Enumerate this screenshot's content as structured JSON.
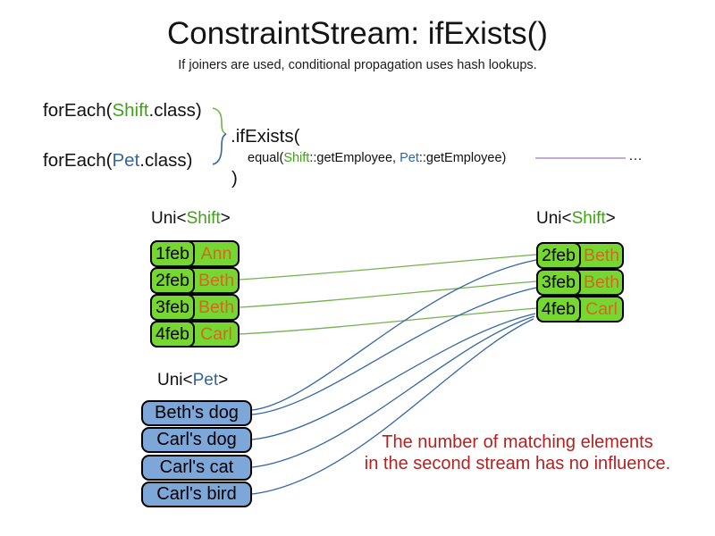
{
  "slide": {
    "title": "ConstraintStream: ifExists()",
    "subtitle": "If joiners are used, conditional propagation uses hash lookups."
  },
  "code": {
    "foreach_shift": {
      "prefix": "forEach(",
      "type": "Shift",
      "suffix": ".class)"
    },
    "foreach_pet": {
      "prefix": "forEach(",
      "type": "Pet",
      "suffix": ".class)"
    },
    "if_exists_open": ".ifExists(",
    "joiner": {
      "prefix": "equal(",
      "left_type": "Shift",
      "left_method": "::getEmployee, ",
      "right_type": "Pet",
      "right_method": "::getEmployee)"
    },
    "ellipsis": "…",
    "if_exists_close": ")"
  },
  "left_shift_table": {
    "label": {
      "prefix": "Uni<",
      "type": "Shift",
      "suffix": ">"
    },
    "rows": [
      {
        "date": "1feb",
        "employee": "Ann"
      },
      {
        "date": "2feb",
        "employee": "Beth"
      },
      {
        "date": "3feb",
        "employee": "Beth"
      },
      {
        "date": "4feb",
        "employee": "Carl"
      }
    ]
  },
  "right_shift_table": {
    "label": {
      "prefix": "Uni<",
      "type": "Shift",
      "suffix": ">"
    },
    "rows": [
      {
        "date": "2feb",
        "employee": "Beth"
      },
      {
        "date": "3feb",
        "employee": "Beth"
      },
      {
        "date": "4feb",
        "employee": "Carl"
      }
    ]
  },
  "pet_table": {
    "label": {
      "prefix": "Uni<",
      "type": "Pet",
      "suffix": ">"
    },
    "rows": [
      "Beth's dog",
      "Carl's dog",
      "Carl's cat",
      "Carl's bird"
    ]
  },
  "note": {
    "line1": "The number of matching elements",
    "line2": "in the second stream has no influence."
  },
  "colors": {
    "shift_green": "#3fa315",
    "pet_blue": "#3465a4",
    "shift_cell_fill": "#76d732",
    "employee_orange": "#d2691e",
    "pet_cell_fill": "#7da7d9",
    "note_red": "#b22222",
    "connector_green": "#74b24c",
    "connector_blue": "#3465a4",
    "joiner_line_purple": "#9a7fba"
  }
}
